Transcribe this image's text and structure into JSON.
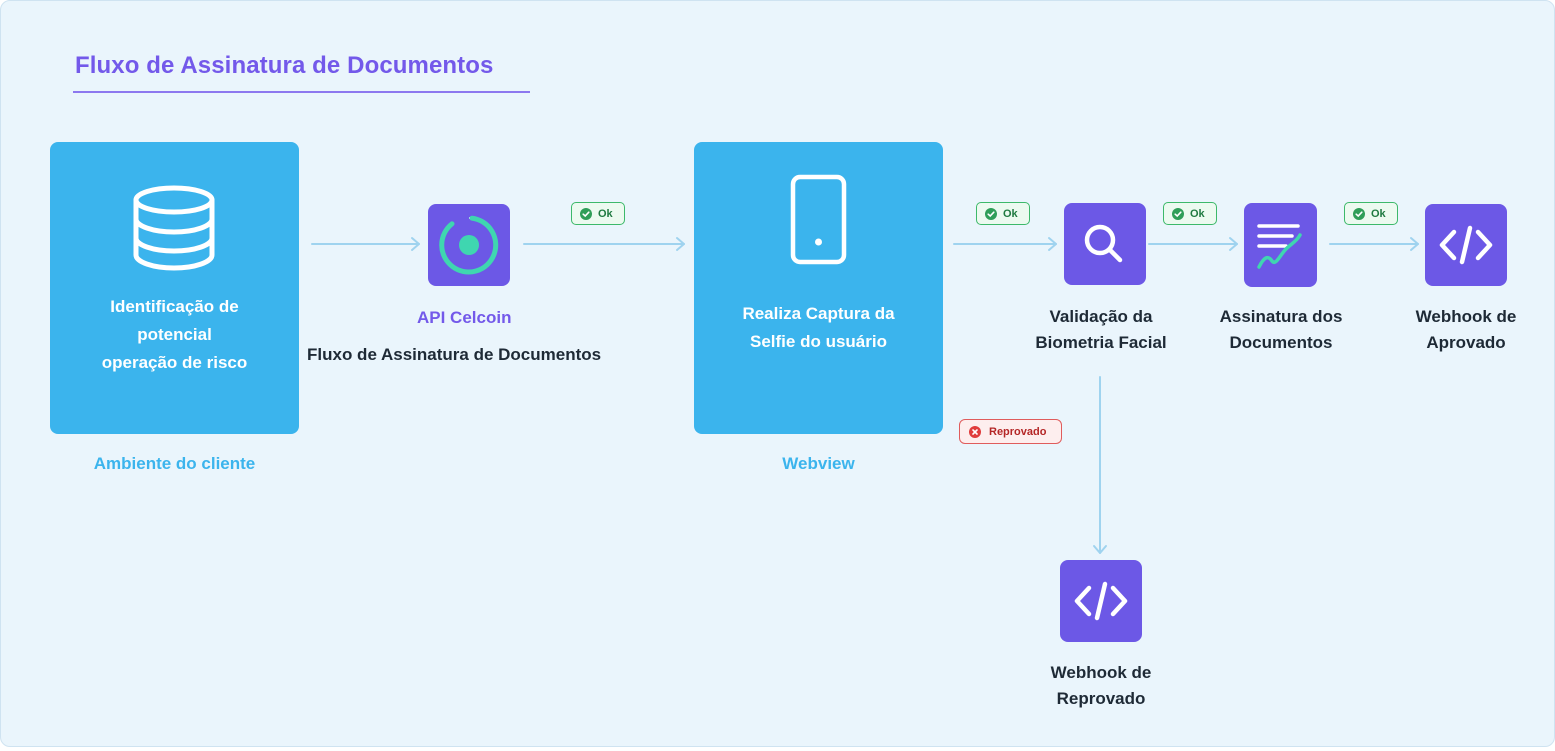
{
  "title": "Fluxo de Assinatura de Documentos",
  "colors": {
    "background": "#eaf5fc",
    "card_blue": "#3bb4ed",
    "icon_purple": "#6c58e6",
    "title_purple": "#7359ea",
    "arrow": "#9fd3ef",
    "ok_green": "#2f9e58",
    "rejected_red": "#e03c3c"
  },
  "nodes": {
    "client": {
      "label": "Identificação de\npotencial\noperação de risco",
      "caption": "Ambiente do cliente",
      "icon": "database-icon"
    },
    "api": {
      "name": "API Celcoin",
      "subtitle": "Fluxo de Assinatura de Documentos",
      "icon": "celcoin-logo-icon"
    },
    "webview": {
      "label": "Realiza Captura da\nSelfie do usuário",
      "caption": "Webview",
      "icon": "smartphone-icon"
    },
    "validation": {
      "label": "Validação da\nBiometria Facial",
      "icon": "search-icon"
    },
    "signature": {
      "label": "Assinatura dos\nDocumentos",
      "icon": "signature-icon"
    },
    "approved": {
      "label": "Webhook de\nAprovado",
      "icon": "code-icon"
    },
    "rejected": {
      "label": "Webhook de\nReprovado",
      "icon": "code-icon"
    }
  },
  "badges": {
    "ok": "Ok",
    "rejected": "Reprovado"
  }
}
